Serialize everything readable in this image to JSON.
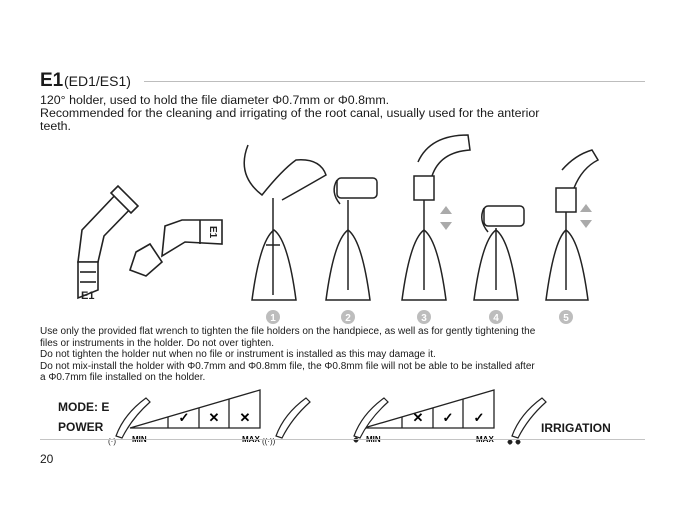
{
  "header": {
    "code": "E1",
    "subtitle": "(ED1/ES1)"
  },
  "description": {
    "line1": "120° holder, used to hold the file diameter Φ0.7mm or Φ0.8mm.",
    "line2": "Recommended for the cleaning and irrigating of the root canal, usually used for the anterior",
    "line3": "teeth."
  },
  "illustration": {
    "tip_label_1": "E1",
    "tip_label_2": "E1",
    "steps": [
      "1",
      "2",
      "3",
      "4",
      "5"
    ]
  },
  "warnings": {
    "line1": "Use only the provided flat wrench to tighten the file holders on the handpiece, as well as for gently tightening the",
    "line2": "files or instruments in the holder. Do not over tighten.",
    "line3": "Do not tighten the holder nut when no file or instrument is installed as this may damage it.",
    "line4": "Do not mix-install the holder with Φ0.7mm and Φ0.8mm file, the Φ0.8mm file will not be able to be installed after",
    "line5": "a Φ0.7mm file installed on the holder."
  },
  "modes": {
    "mode_label": "MODE: E",
    "power_label": "POWER",
    "irrigation_label": "IRRIGATION",
    "power_chart": {
      "min": "MIN",
      "max": "MAX",
      "marks": [
        "✓",
        "✕",
        "✕"
      ]
    },
    "irrigation_chart": {
      "min": "MIN",
      "max": "MAX",
      "marks": [
        "✕",
        "✓",
        "✓"
      ]
    }
  },
  "footer": {
    "page_number": "20"
  }
}
